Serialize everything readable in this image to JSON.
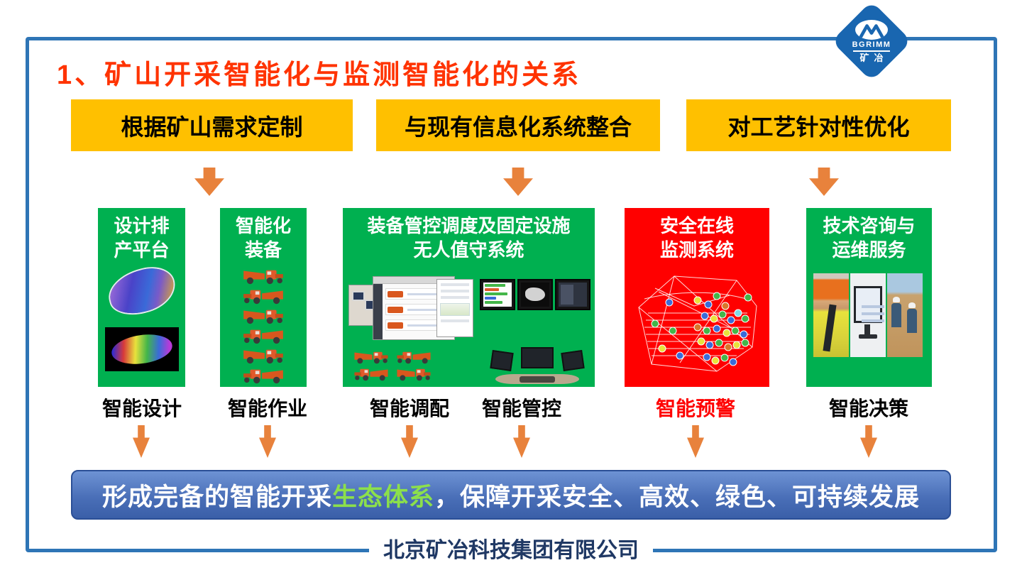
{
  "slide": {
    "title": "1、矿山开采智能化与监测智能化的关系",
    "footer": "北京矿冶科技集团有限公司"
  },
  "logo": {
    "abbr": "BGRIMM",
    "cn": "矿冶"
  },
  "top_boxes": [
    {
      "label": "根据矿山需求定制"
    },
    {
      "label": "与现有信息化系统整合"
    },
    {
      "label": "对工艺针对性优化"
    }
  ],
  "cards": [
    {
      "heading_line1": "设计排",
      "heading_line2": "产平台"
    },
    {
      "heading_line1": "智能化",
      "heading_line2": "装备"
    },
    {
      "heading_line1": "装备管控调度及固定设施",
      "heading_line2": "无人值守系统"
    },
    {
      "heading_line1": "安全在线",
      "heading_line2": "监测系统"
    },
    {
      "heading_line1": "技术咨询与",
      "heading_line2": "运维服务"
    }
  ],
  "labels": [
    {
      "text": "智能设计"
    },
    {
      "text": "智能作业"
    },
    {
      "text": "智能调配"
    },
    {
      "text": "智能管控"
    },
    {
      "text": "智能预警"
    },
    {
      "text": "智能决策"
    }
  ],
  "banner": {
    "pre": "形成完备的智能开采",
    "highlight": "生态体系",
    "post": "，保障开采安全、高效、绿色、可持续发展"
  },
  "colors": {
    "accent_yellow": "#FFC000",
    "accent_green": "#00B050",
    "accent_red": "#FF0000",
    "arrow_orange": "#E8823C",
    "banner_blue": "#3A5FA8",
    "frame_blue": "#2E75B6",
    "title_red": "#FF3300",
    "footer_navy": "#1F3864",
    "highlight_green": "#8CE04B"
  }
}
